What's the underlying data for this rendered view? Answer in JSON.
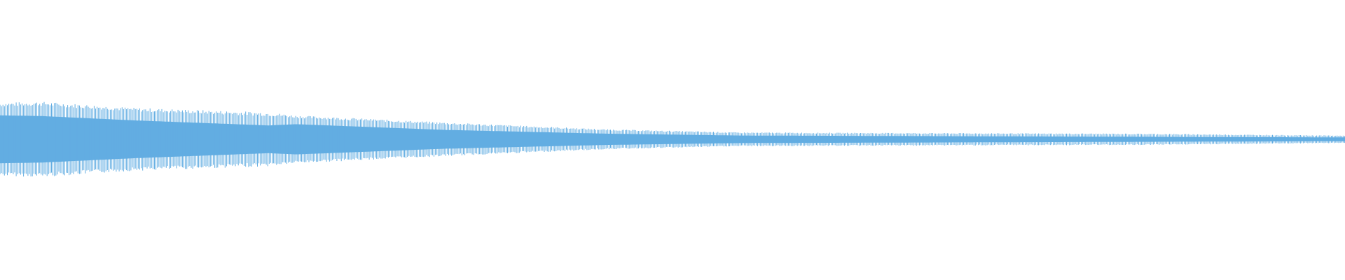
{
  "waveform": {
    "color": "#62ade2",
    "background": "#ffffff",
    "envelope": [
      {
        "position": 0.0,
        "peak": 0.58,
        "body": 0.38
      },
      {
        "position": 0.03,
        "peak": 0.6,
        "body": 0.37
      },
      {
        "position": 0.1,
        "peak": 0.5,
        "body": 0.3
      },
      {
        "position": 0.2,
        "peak": 0.43,
        "body": 0.22
      },
      {
        "position": 0.22,
        "peak": 0.38,
        "body": 0.24
      },
      {
        "position": 0.33,
        "peak": 0.27,
        "body": 0.15
      },
      {
        "position": 0.45,
        "peak": 0.16,
        "body": 0.09
      },
      {
        "position": 0.55,
        "peak": 0.11,
        "body": 0.06
      },
      {
        "position": 0.7,
        "peak": 0.1,
        "body": 0.05
      },
      {
        "position": 0.85,
        "peak": 0.09,
        "body": 0.04
      },
      {
        "position": 1.0,
        "peak": 0.06,
        "body": 0.03
      }
    ]
  }
}
